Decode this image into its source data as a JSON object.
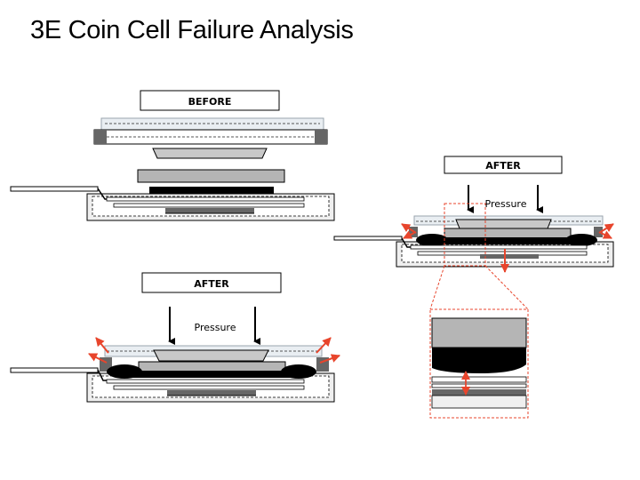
{
  "title": "3E Coin Cell Failure Analysis",
  "labels": {
    "before": "BEFORE",
    "after_right": "AFTER",
    "after_bottom": "AFTER",
    "pressure_right": "Pressure",
    "pressure_bottom": "Pressure"
  },
  "colors": {
    "arrow": "#e8452c",
    "highlight": "#e8452c",
    "gray_light": "#efefef",
    "gray_mid": "#bfbfbf",
    "gray_dark": "#5a5a5a",
    "electrode": "#000000"
  }
}
